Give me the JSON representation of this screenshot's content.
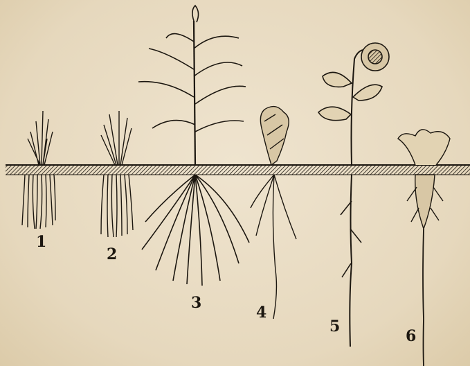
{
  "figure": {
    "labels": [
      "1",
      "2",
      "3",
      "4",
      "5",
      "6"
    ]
  },
  "colors": {
    "paper": "#e9dcc4",
    "ink": "#1c1710"
  }
}
